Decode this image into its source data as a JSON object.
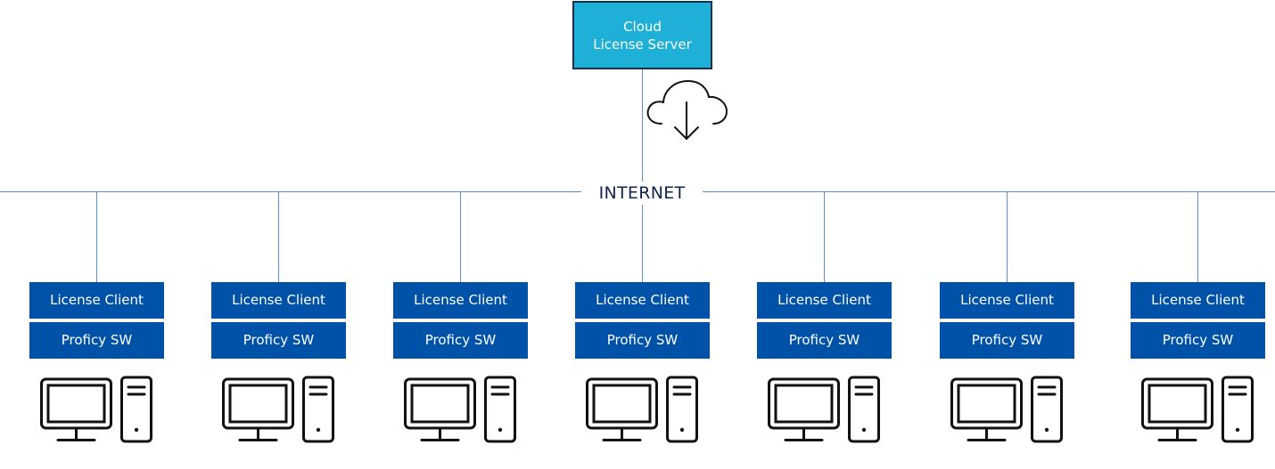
{
  "server": {
    "line1": "Cloud",
    "line2": "License Server"
  },
  "network": {
    "label": "INTERNET"
  },
  "icons": {
    "cloud": "cloud-download-icon",
    "computer": "desktop-computer-icon"
  },
  "colors": {
    "server_fill": "#1eb0d6",
    "client_fill": "#0052a8",
    "line": "#5b8fc9",
    "text_dark": "#13254a"
  },
  "clients": [
    {
      "top_label": "License Client",
      "bottom_label": "Proficy SW"
    },
    {
      "top_label": "License Client",
      "bottom_label": "Proficy SW"
    },
    {
      "top_label": "License Client",
      "bottom_label": "Proficy SW"
    },
    {
      "top_label": "License Client",
      "bottom_label": "Proficy SW"
    },
    {
      "top_label": "License Client",
      "bottom_label": "Proficy SW"
    },
    {
      "top_label": "License Client",
      "bottom_label": "Proficy SW"
    },
    {
      "top_label": "License Client",
      "bottom_label": "Proficy SW"
    }
  ]
}
